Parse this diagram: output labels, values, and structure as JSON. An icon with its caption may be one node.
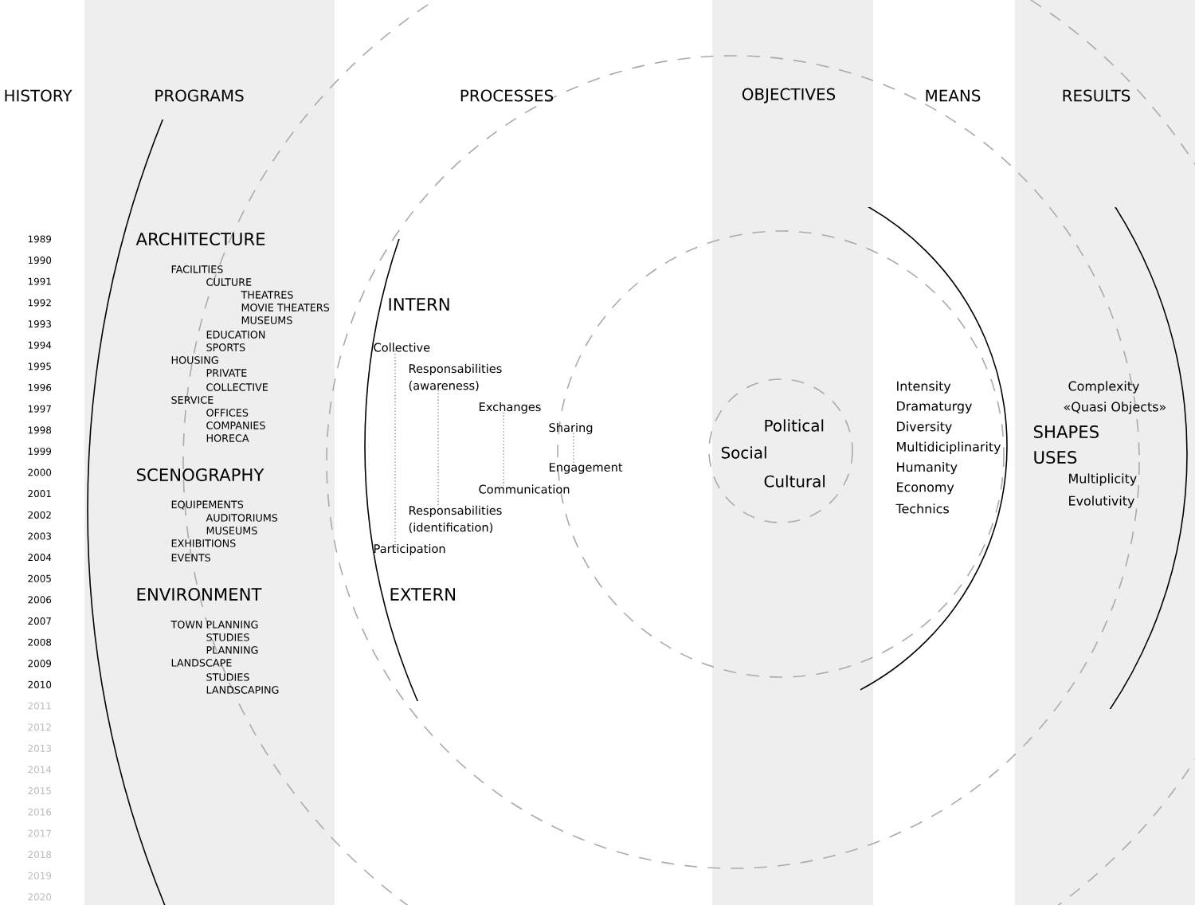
{
  "diagram": {
    "nodes": [
      {
        "text": [
          "Collective"
        ]
      },
      {
        "text": [
          "Responsabilities (awareness)"
        ]
      },
      {
        "text": [
          "Exchanges"
        ]
      },
      {
        "text": [
          "Sharing"
        ]
      },
      {
        "text": [
          "Engagement"
        ]
      },
      {
        "text": [
          "Communication"
        ]
      },
      {
        "text": [
          "Responsabilities (identification)"
        ]
      },
      {
        "text": [
          "Participation"
        ]
      }
    ],
    "edges": [
      {
        "from": 0,
        "to": 7,
        "arrow": "none",
        "style": "dashed"
      },
      {
        "from": 1,
        "to": 6,
        "arrow": "none",
        "style": "dashed"
      },
      {
        "from": 2,
        "to": 5,
        "arrow": "none",
        "style": "dashed"
      },
      {
        "from": 3,
        "to": 4,
        "arrow": "none",
        "style": "dashed"
      }
    ],
    "labels": [
      "HISTORY",
      "PROGRAMS",
      "PROCESSES",
      "OBJECTIVES",
      "MEANS",
      "RESULTS",
      "1989",
      "1990",
      "1991",
      "1992",
      "1993",
      "1994",
      "1995",
      "1996",
      "1997",
      "1998",
      "1999",
      "2000",
      "2001",
      "2002",
      "2003",
      "2004",
      "2005",
      "2006",
      "2007",
      "2008",
      "2009",
      "2010",
      "2011",
      "2012",
      "2013",
      "2014",
      "2015",
      "2016",
      "2017",
      "2018",
      "2019",
      "2020",
      "ARCHITECTURE",
      "FACILITIES",
      "CULTURE",
      "THEATRES",
      "MOVIE THEATERS",
      "MUSEUMS",
      "EDUCATION",
      "SPORTS",
      "HOUSING",
      "PRIVATE",
      "COLLECTIVE",
      "SERVICE",
      "OFFICES",
      "COMPANIES",
      "HORECA",
      "SCENOGRAPHY",
      "EQUIPEMENTS",
      "AUDITORIUMS",
      "MUSEUMS",
      "EXHIBITIONS",
      "EVENTS",
      "ENVIRONMENT",
      "TOWN PLANNING",
      "STUDIES",
      "PLANNING",
      "LANDSCAPE",
      "STUDIES",
      "LANDSCAPING",
      "INTERN",
      "EXTERN",
      "Political",
      "Social",
      "Cultural",
      "Intensity",
      "Dramaturgy",
      "Diversity",
      "Multidiciplinarity",
      "Humanity",
      "Economy",
      "Technics",
      "Complexity",
      "«Quasi Objects»",
      "SHAPES",
      "USES",
      "Multiplicity",
      "Evolutivity"
    ]
  }
}
